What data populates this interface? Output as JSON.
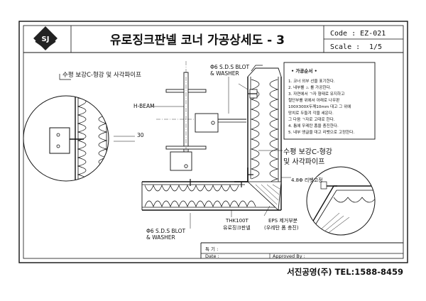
{
  "title_block": {
    "logo_text": "SJ",
    "title": "유로징크판넬 코너 가공상세도 - 3",
    "code": "Code : EZ-021",
    "scale_label": "Scale :",
    "scale_value": "1/5"
  },
  "labels": {
    "hbeam": "H-BEAM",
    "bolt_top_1": "Φ6 S.D.S BLOT",
    "bolt_top_2": "& WASHER",
    "bolt_bottom_1": "Φ6 S.D.S BLOT",
    "bolt_bottom_2": "& WASHER",
    "reinforce_left": "수평 보강C-형강 및 사각파이프",
    "reinforce_right_1": "수평 보강C-형강",
    "reinforce_right_2": "및 사각파이프",
    "dim_30": "30",
    "rivet": "4.8Φ 리벳고정",
    "thk_1": "THK100T",
    "thk_2": "유로징크판넬",
    "eps_1": "EPS 제거부분",
    "eps_2": "(우레탄 폼 충진)"
  },
  "notes": {
    "heading": "• 가공순서 •",
    "items": [
      "1. 코너 외부 선을 표기한다.",
      "2. 내부를 ♨ 를 가공한다.",
      "3. 자연에서 ㄱ자 형태로 유지하고",
      "   절단부를 위에서 아래로 나무판",
      "   100X300X두께10mm 대고 그 위에",
      "   망치로 두들겨 각을 세운다.",
      "   그 다음 ㄱ자로 고대로 한다.",
      "4. 틈에 우레탄 폼을 충진한다.",
      "5. 내부 앵글을 대고 리벳으로 고정한다."
    ]
  },
  "footer": {
    "remarks_label": "특 기 :",
    "date_label": "Date :",
    "approved_label": "Approved By :",
    "company": "서진공영(주) TEL:1588-8459"
  }
}
